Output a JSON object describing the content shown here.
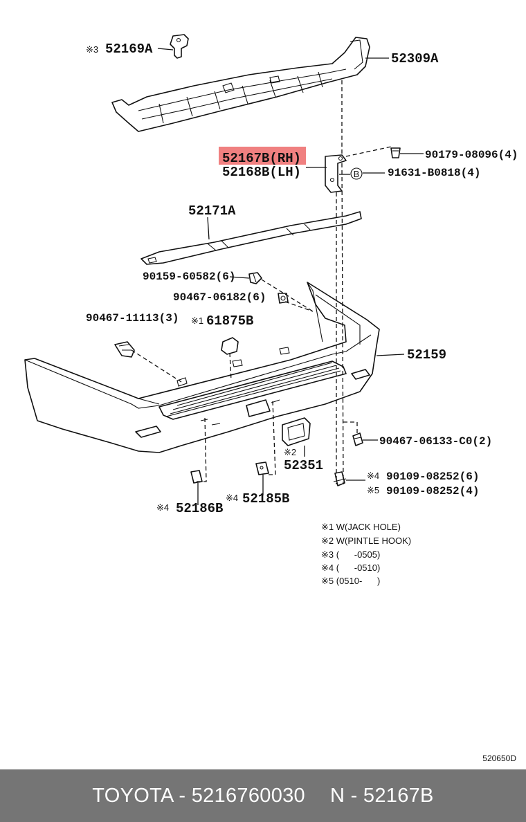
{
  "labels": {
    "p52169A": "52169A",
    "p52309A": "52309A",
    "p52167B": "52167B(RH)",
    "p52168B": "52168B(LH)",
    "p90179": "90179-08096(4)",
    "p91631": "91631-B0818(4)",
    "p52171A": "52171A",
    "p90159": "90159-60582(6)",
    "p90467a": "90467-06182(6)",
    "p90467b": "90467-11113(3)",
    "p61875B": "61875B",
    "p52159": "52159",
    "p90467c": "90467-06133-C0(2)",
    "p52351": "52351",
    "p90109a": "90109-08252(6)",
    "p90109b": "90109-08252(4)",
    "p52186B": "52186B",
    "p52185B": "52185B"
  },
  "markers": {
    "m3": "※3",
    "m1": "※1",
    "m2": "※2",
    "m4a": "※4",
    "m4b": "※4",
    "m4c": "※4",
    "m5": "※5",
    "circleB": "B"
  },
  "notes": [
    "※1 W(JACK HOLE)",
    "※2 W(PINTLE HOOK)",
    "※3 (      -0505)",
    "※4 (      -0510)",
    "※5 (0510-      )"
  ],
  "diagram_code": "520650D",
  "highlight_color": "#f08080",
  "footer": {
    "left": "TOYOTA - 5216760030",
    "right": "N - 52167B"
  }
}
